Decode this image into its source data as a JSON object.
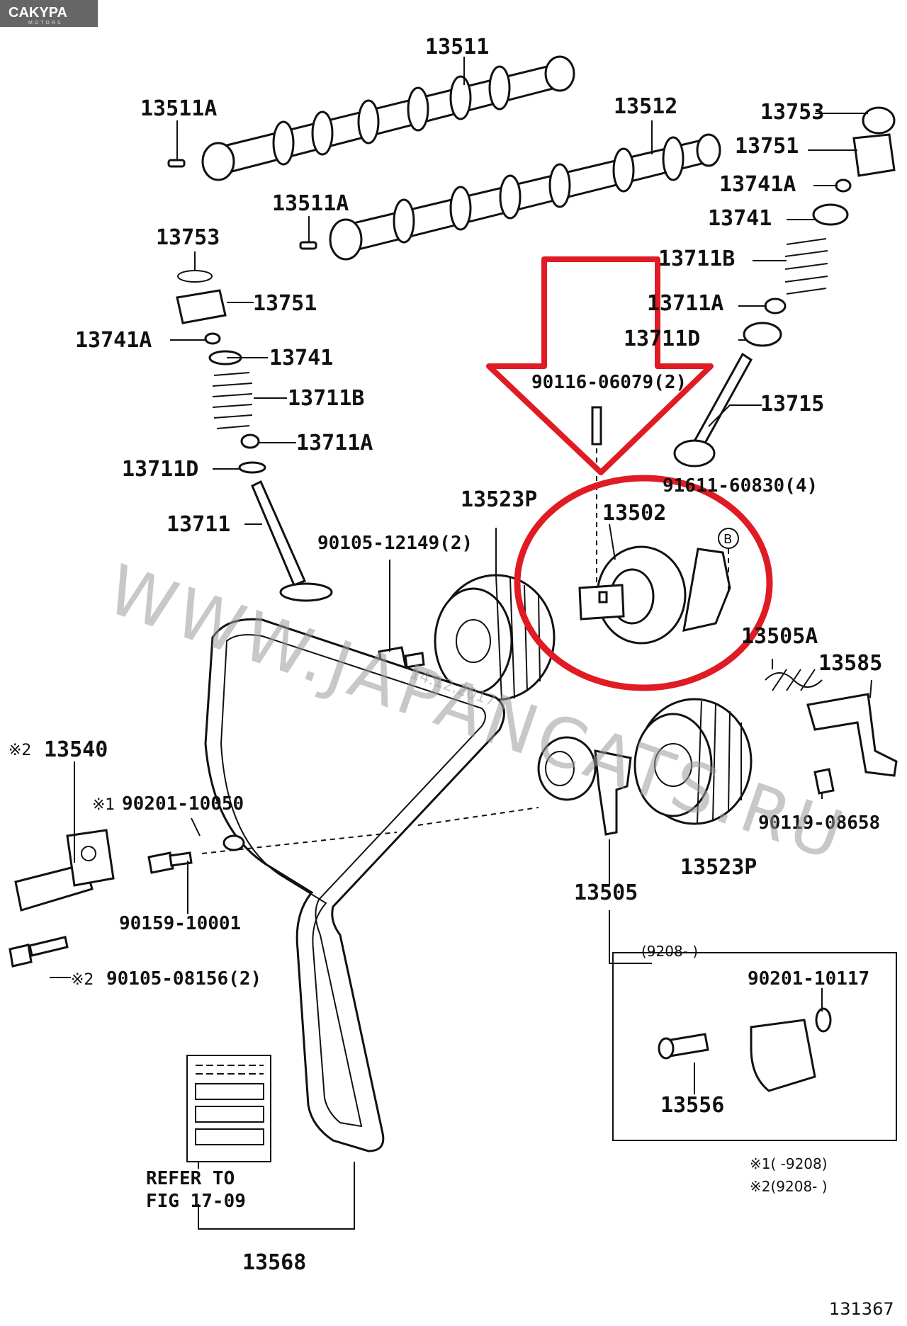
{
  "logo": {
    "text": "CAKYPA",
    "subtext": "MOTORS",
    "bg": "#666666"
  },
  "accent_color": "#e01b24",
  "watermark": {
    "url": "WWW.JAPANCATS.RU",
    "date": "14.12.2017"
  },
  "labels": {
    "l13511": "13511",
    "l13511A_1": "13511A",
    "l13512": "13512",
    "l13511A_2": "13511A",
    "l13753_r": "13753",
    "l13751_r": "13751",
    "l13741A_r": "13741A",
    "l13741_r": "13741",
    "l13711B_r": "13711B",
    "l13711A_r": "13711A",
    "l13711D_r": "13711D",
    "l13715": "13715",
    "l13753_l": "13753",
    "l13751_l": "13751",
    "l13741A_l": "13741A",
    "l13741_l": "13741",
    "l13711B_l": "13711B",
    "l13711A_l": "13711A",
    "l13711D_l": "13711D",
    "l13711": "13711",
    "l90116": "90116-06079(2)",
    "l91611": "91611-60830(4)",
    "l13502": "13502",
    "l13523P_1": "13523P",
    "l90105_12149": "90105-12149(2)",
    "l13505A": "13505A",
    "l13585": "13585",
    "l13540": "13540",
    "l90201_10050": "90201-10050",
    "l90159": "90159-10001",
    "l90105_08156": "90105-08156(2)",
    "l13505": "13505",
    "l13523P_2": "13523P",
    "l90119": "90119-08658",
    "l90201_10117": "90201-10117",
    "l13556": "13556",
    "l13568": "13568",
    "refer_line1": "REFER TO",
    "refer_line2": "FIG 17-09",
    "mark1": "※1",
    "mark2": "※2",
    "mark2b": "※2",
    "mark1_note": "※1(      -9208)",
    "mark2_note": "※2(9208-      )",
    "box_range": "(9208-      )",
    "circle_b": "B",
    "figure_number": "131367"
  }
}
